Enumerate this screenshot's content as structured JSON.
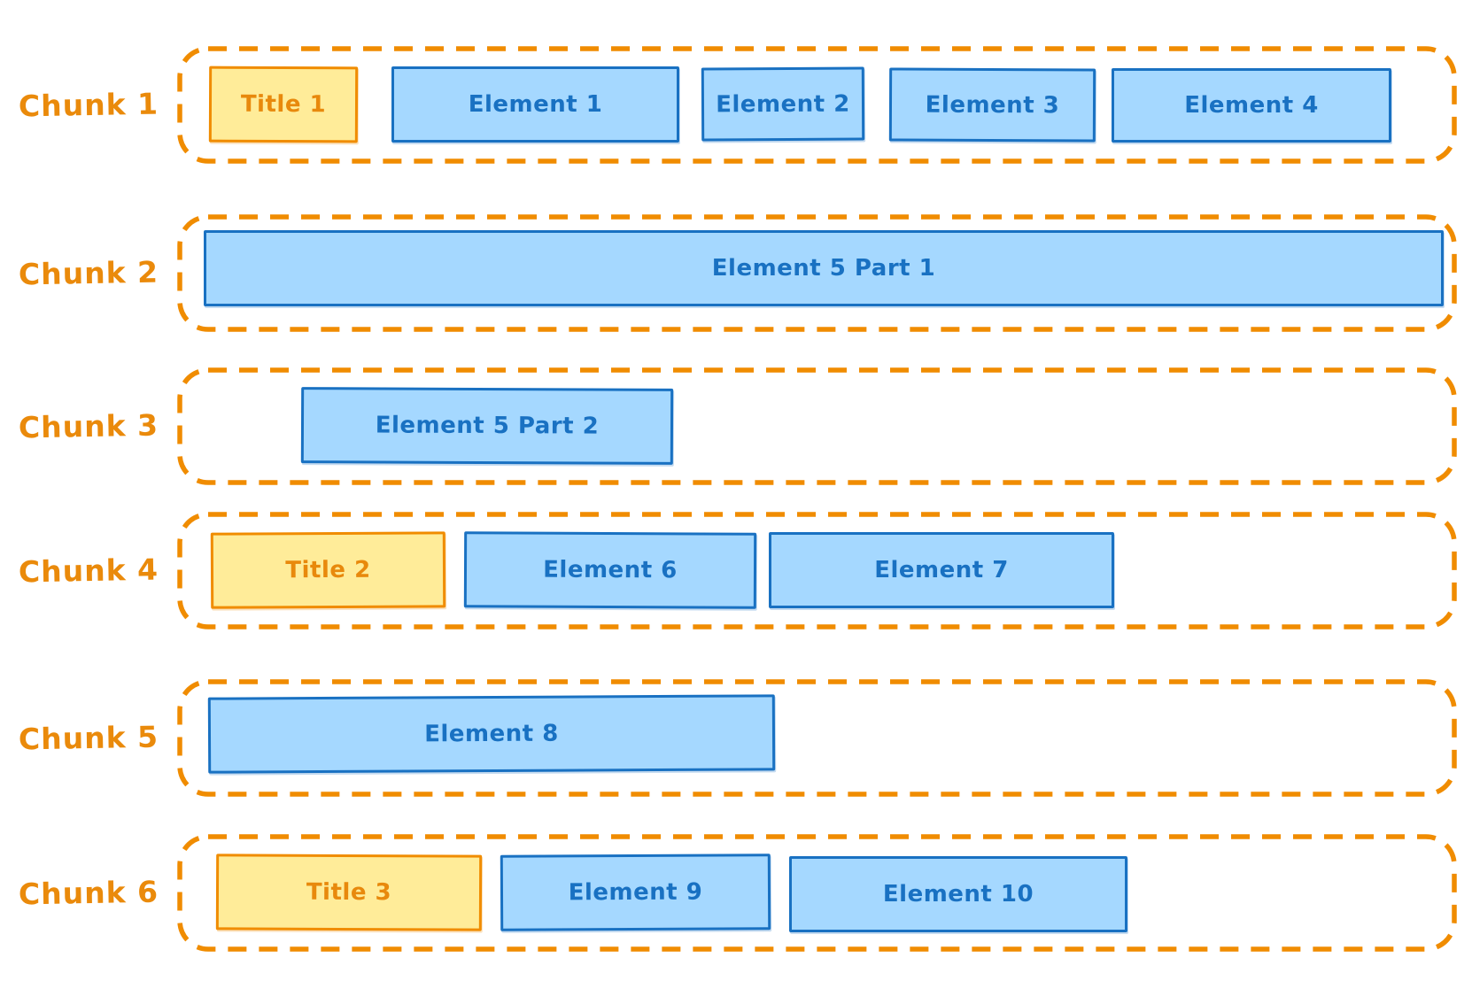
{
  "diagram": {
    "description": "Document chunking diagram with six chunks",
    "colors": {
      "container_dash": "#f08c00",
      "chunk_label_text": "#ea8a0b",
      "title_fill": "#ffec99",
      "title_stroke": "#f08c00",
      "title_text": "#e8890c",
      "element_fill": "#a5d8ff",
      "element_stroke": "#1971c2",
      "element_text": "#1971c2"
    },
    "chunks": [
      {
        "label": "Chunk 1",
        "boxes": [
          {
            "label": "Title 1",
            "type": "title"
          },
          {
            "label": "Element 1",
            "type": "element"
          },
          {
            "label": "Element 2",
            "type": "element"
          },
          {
            "label": "Element 3",
            "type": "element"
          },
          {
            "label": "Element 4",
            "type": "element"
          }
        ]
      },
      {
        "label": "Chunk 2",
        "boxes": [
          {
            "label": "Element 5 Part 1",
            "type": "element"
          }
        ]
      },
      {
        "label": "Chunk 3",
        "boxes": [
          {
            "label": "Element 5 Part 2",
            "type": "element"
          }
        ]
      },
      {
        "label": "Chunk 4",
        "boxes": [
          {
            "label": "Title 2",
            "type": "title"
          },
          {
            "label": "Element 6",
            "type": "element"
          },
          {
            "label": "Element 7",
            "type": "element"
          }
        ]
      },
      {
        "label": "Chunk 5",
        "boxes": [
          {
            "label": "Element 8",
            "type": "element"
          }
        ]
      },
      {
        "label": "Chunk 6",
        "boxes": [
          {
            "label": "Title 3",
            "type": "title"
          },
          {
            "label": "Element 9",
            "type": "element"
          },
          {
            "label": "Element 10",
            "type": "element"
          }
        ]
      }
    ]
  }
}
